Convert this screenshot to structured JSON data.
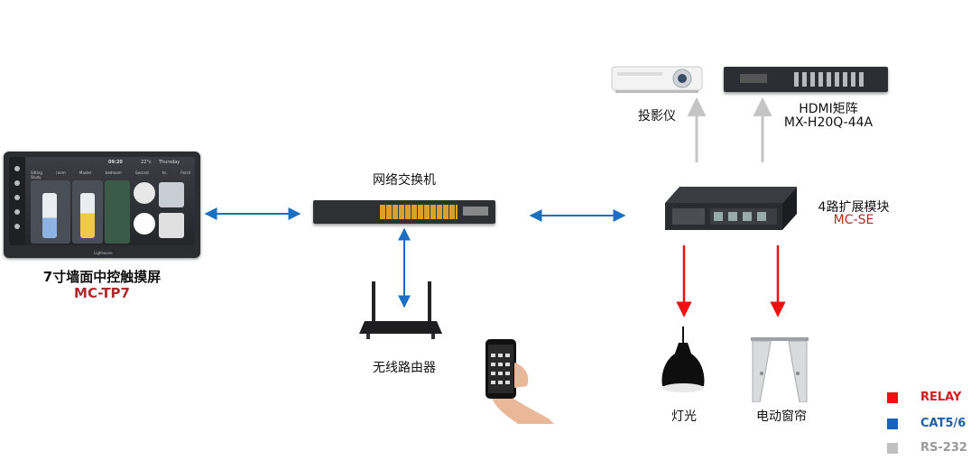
{
  "devices": {
    "touch_panel": {
      "name": "7寸墙面中控触摸屏",
      "model": "MC-TP7"
    },
    "switch": {
      "name": "网络交换机"
    },
    "router": {
      "name": "无线路由器"
    },
    "projector": {
      "name": "投影仪"
    },
    "matrix": {
      "name": "HDMI矩阵",
      "model": "MX-H20Q-44A"
    },
    "expansion": {
      "name": "4路扩展模块",
      "model": "MC-SE"
    },
    "light": {
      "name": "灯光"
    },
    "curtain": {
      "name": "电动窗帘"
    }
  },
  "panel_screen": {
    "time": "09:20",
    "weather": "22°c",
    "day": "Thursday",
    "tabs": "Sitting room Master bedroom Second br. Porch Study",
    "brand": "Lightwave"
  },
  "legend": [
    {
      "label": "RELAY",
      "color": "#ee1111"
    },
    {
      "label": "CAT5/6",
      "color": "#1565c0"
    },
    {
      "label": "RS-232",
      "color": "#c0c0c0"
    }
  ],
  "colors": {
    "model_red": "#b02a2a",
    "cat_blue": "#1a6fc2",
    "relay_red": "#ee1111",
    "rs232_gray": "#c4c4c4"
  }
}
